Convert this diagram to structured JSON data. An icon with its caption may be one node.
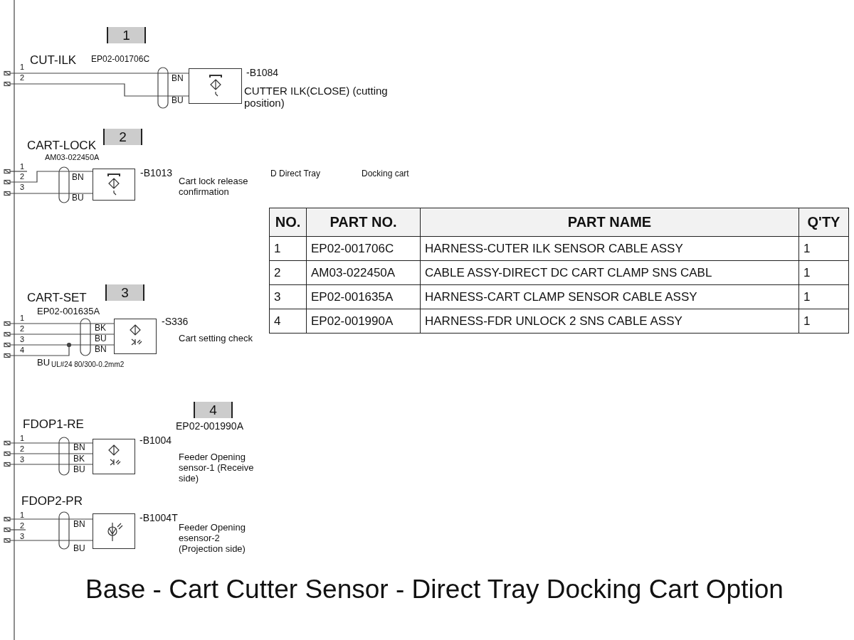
{
  "diagram": {
    "caption": "Base - Cart Cutter Sensor - Direct Tray Docking Cart Option",
    "nodes": [
      {
        "text": [],
        "shape": "box",
        "beside": [
          "-B1084",
          "CUTTER ILK(CLOSE) (cutting position)"
        ]
      },
      {
        "text": [],
        "shape": "box",
        "beside": [
          "-B1013",
          "Cart lock release confirmation"
        ]
      },
      {
        "text": [],
        "shape": "box",
        "beside": [
          "-S336",
          "Cart setting check"
        ]
      },
      {
        "text": [],
        "shape": "box",
        "beside": [
          "-B1004",
          "Feeder Opening sensor-1 (Receive side)"
        ]
      },
      {
        "text": [],
        "shape": "box",
        "beside": [
          "-B1004T",
          "Feeder Opening esensor-2 (Projection side)"
        ]
      }
    ],
    "labels": [
      "1",
      "CUT-ILK",
      "EP02-001706C",
      "1",
      "2",
      "BN",
      "BU",
      "CART-LOCK",
      "2",
      "AM03-022450A",
      "1",
      "2",
      "3",
      "BN",
      "BU",
      "D Direct Tray",
      "Docking cart",
      "NO.",
      "PART NO.",
      "PART NAME",
      "Q'TY",
      "1",
      "EP02-001706C",
      "HARNESS-CUTER ILK SENSOR CABLE ASSY",
      "1",
      "2",
      "AM03-022450A",
      "CABLE ASSY-DIRECT DC CART CLAMP SNS CABL",
      "1",
      "3",
      "EP02-001635A",
      "HARNESS-CART CLAMP SENSOR CABLE ASSY",
      "1",
      "4",
      "EP02-001990A",
      "HARNESS-FDR UNLOCK 2 SNS CABLE ASSY",
      "1",
      "CART-SET",
      "3",
      "EP02-001635A",
      "1",
      "2",
      "3",
      "4",
      "BK",
      "BU",
      "BN",
      "BU",
      "UL#24 80/300-0.2mm2",
      "4",
      "FDOP1-RE",
      "EP02-001990A",
      "1",
      "2",
      "3",
      "BN",
      "BK",
      "BU",
      "FDOP2-PR",
      "1",
      "2",
      "3",
      "BN",
      "BU"
    ]
  }
}
